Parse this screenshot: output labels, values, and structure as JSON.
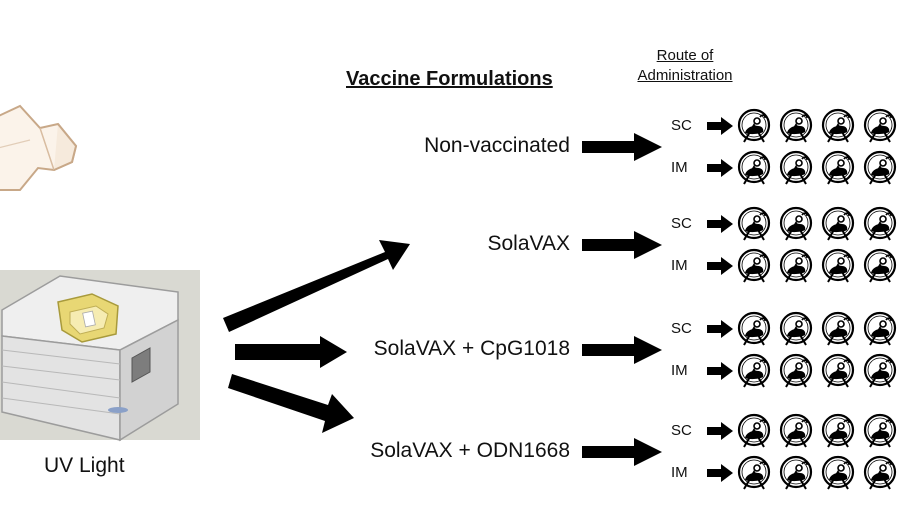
{
  "header": {
    "title": "Vaccine Formulations",
    "route_title_line1": "Route of",
    "route_title_line2": "Administration"
  },
  "device": {
    "label": "UV Light"
  },
  "formulations": [
    {
      "label": "Non-vaccinated",
      "routes": [
        "SC",
        "IM"
      ]
    },
    {
      "label": "SolaVAX",
      "routes": [
        "SC",
        "IM"
      ]
    },
    {
      "label": "SolaVAX + CpG1018",
      "routes": [
        "SC",
        "IM"
      ]
    },
    {
      "label": "SolaVAX + ODN1668",
      "routes": [
        "SC",
        "IM"
      ]
    }
  ],
  "animals_per_group": 4,
  "icons": {
    "flask": "culture-flask-icon",
    "device": "uv-light-device-icon",
    "arrow": "arrow-right-icon",
    "animal": "hamster-wheel-icon"
  },
  "colors": {
    "arrow": "#000000",
    "flask_outline": "#c8a888",
    "flask_fill": "#fbf3ea",
    "device_body": "#e6e6e6",
    "device_shadow": "#d4d4cc",
    "device_tray": "#e8d774"
  }
}
